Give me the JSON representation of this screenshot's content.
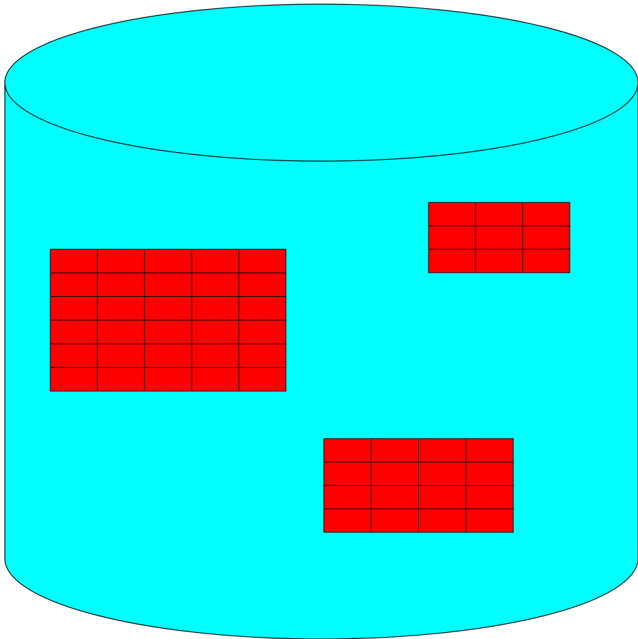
{
  "colors": {
    "cylinder_fill": "#00FFFF",
    "table_fill": "#FF0000",
    "stroke": "#000000",
    "background": "#FFFFFF"
  },
  "database": {
    "shape": "cylinder"
  },
  "tables": [
    {
      "id": "table-left",
      "rows": 6,
      "cols": 5
    },
    {
      "id": "table-top-right",
      "rows": 3,
      "cols": 3
    },
    {
      "id": "table-bottom-right",
      "rows": 4,
      "cols": 4
    }
  ]
}
